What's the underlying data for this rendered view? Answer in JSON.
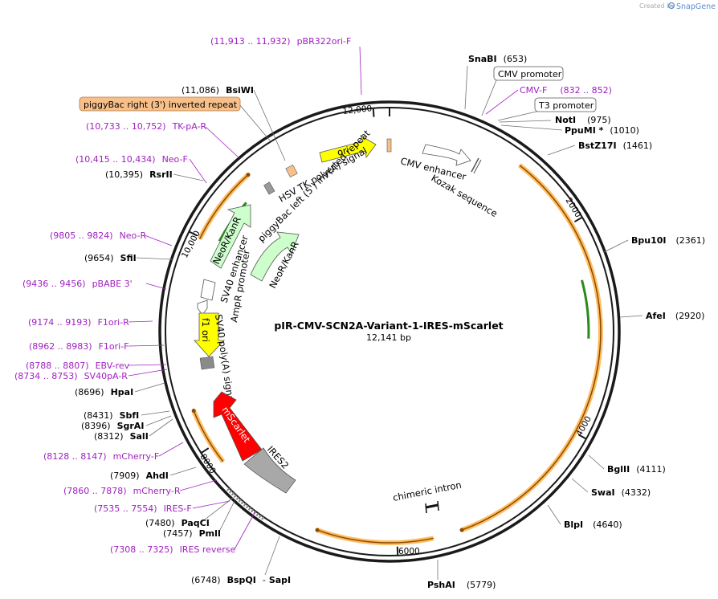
{
  "branding": {
    "prefix": "Created by",
    "name": "SnapGene"
  },
  "plasmid": {
    "name": "pIR-CMV-SCN2A-Variant-1-IRES-mScarlet",
    "size_label": "12,141 bp"
  },
  "ruler_ticks": [
    "2000",
    "4000",
    "6000",
    "8000",
    "10,000",
    "12,000"
  ],
  "enzymes": [
    {
      "name": "SnaBI",
      "pos": "(653)"
    },
    {
      "name": "NotI",
      "pos": "(975)"
    },
    {
      "name": "PpuMI *",
      "pos": "(1010)"
    },
    {
      "name": "BstZ17I",
      "pos": "(1461)"
    },
    {
      "name": "Bpu10I",
      "pos": "(2361)"
    },
    {
      "name": "AfeI",
      "pos": "(2920)"
    },
    {
      "name": "BglII",
      "pos": "(4111)"
    },
    {
      "name": "SwaI",
      "pos": "(4332)"
    },
    {
      "name": "BlpI",
      "pos": "(4640)"
    },
    {
      "name": "PshAI",
      "pos": "(5779)"
    },
    {
      "name": "BspQI",
      "pos": "(6748)",
      "extra": "SapI",
      "sep": "-"
    },
    {
      "name": "PmlI",
      "pos": "(7457)"
    },
    {
      "name": "PaqCI",
      "pos": "(7480)"
    },
    {
      "name": "AhdI",
      "pos": "(7909)"
    },
    {
      "name": "SalI",
      "pos": "(8312)"
    },
    {
      "name": "SgrAI",
      "pos": "(8396)"
    },
    {
      "name": "SbfI",
      "pos": "(8431)"
    },
    {
      "name": "HpaI",
      "pos": "(8696)"
    },
    {
      "name": "SfiI",
      "pos": "(9654)"
    },
    {
      "name": "RsrII",
      "pos": "(10,395)"
    },
    {
      "name": "BsiWI",
      "pos": "(11,086)"
    }
  ],
  "primers": [
    {
      "range": "(11,913 .. 11,932)",
      "name": "pBR322ori-F"
    },
    {
      "name": "CMV-F",
      "range": "(832 .. 852)"
    },
    {
      "range": "(10,733 .. 10,752)",
      "name": "TK-pA-R"
    },
    {
      "range": "(10,415 .. 10,434)",
      "name": "Neo-F"
    },
    {
      "range": "(9805 .. 9824)",
      "name": "Neo-R"
    },
    {
      "range": "(9436 .. 9456)",
      "name": "pBABE 3'"
    },
    {
      "range": "(9174 .. 9193)",
      "name": "F1ori-R"
    },
    {
      "range": "(8962 .. 8983)",
      "name": "F1ori-F"
    },
    {
      "range": "(8788 .. 8807)",
      "name": "EBV-rev"
    },
    {
      "range": "(8734 .. 8753)",
      "name": "SV40pA-R"
    },
    {
      "range": "(8128 .. 8147)",
      "name": "mCherry-F"
    },
    {
      "range": "(7860 .. 7878)",
      "name": "mCherry-R"
    },
    {
      "range": "(7535 .. 7554)",
      "name": "IRES-F"
    },
    {
      "range": "(7308 .. 7325)",
      "name": "IRES reverse"
    }
  ],
  "boxed_labels": [
    {
      "text": "CMV promoter"
    },
    {
      "text": "T3 promoter"
    },
    {
      "text": "piggyBac right (3') inverted repeat"
    }
  ],
  "feature_labels": {
    "ori": "ori",
    "cmv_enhancer": "CMV enhancer",
    "kozak": "Kozak sequence",
    "hsv_tk": "HSV TK poly(A) signal",
    "pb_left": "piggyBac left (5') inverted repeat",
    "neo_outer": "NeoR/KanR",
    "neo_inner": "NeoR/KanR",
    "sv40_enh": "SV40 enhancer",
    "ampr_prom": "AmpR promoter",
    "f1_ori": "f1 ori",
    "sv40_pa": "SV40 poly(A) signal",
    "mscarlet": "mScarlet",
    "ires2": "IRES2",
    "chimeric_intron": "chimeric intron"
  },
  "colors": {
    "ori": "#ffff00",
    "mscarlet": "#ff0000",
    "neo": "#ccffcc",
    "orange_arc": "#ffa62b",
    "cds_line": "#8a4b00",
    "primer": "#a020c0",
    "piggybac": "#f7c08a",
    "ires2": "#a8a8a8",
    "snapgene": "#5a8fcf"
  }
}
